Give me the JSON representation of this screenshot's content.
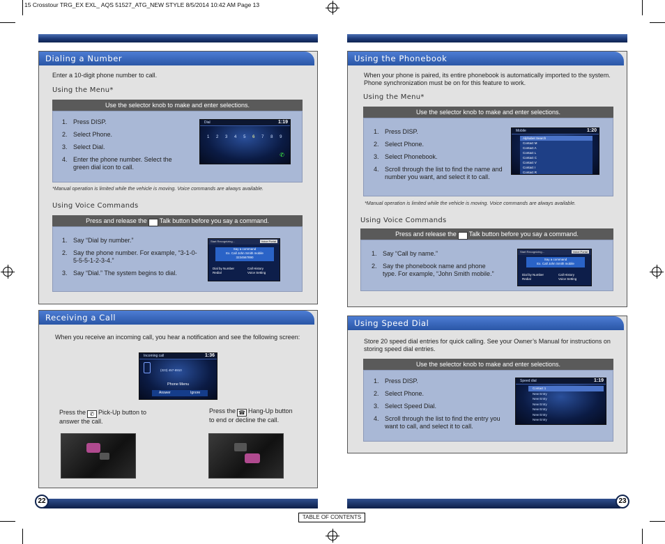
{
  "print_header": "15 Crosstour TRG_EX EXL_ AQS 51527_ATG_NEW STYLE  8/5/2014  10:42 AM  Page 13",
  "left": {
    "dialing": {
      "title": "Dialing a Number",
      "intro": "Enter a 10-digit phone number to call.",
      "menu_heading": "Using the Menu*",
      "menu_bar": "Use the selector knob to make and enter selections.",
      "menu_steps": [
        {
          "n": "1.",
          "text": "Press DISP."
        },
        {
          "n": "2.",
          "text": "Select Phone."
        },
        {
          "n": "3.",
          "text": "Select Dial."
        },
        {
          "n": "4.",
          "text": "Enter the phone number. Select the green dial icon to call."
        }
      ],
      "note": "*Manual operation is limited while the vehicle is moving. Voice commands are always available.",
      "voice_heading": "Using Voice Commands",
      "voice_bar_pre": "Press and release the",
      "voice_bar_post": "Talk button before you say a command.",
      "voice_steps": [
        {
          "n": "1.",
          "text": "Say “Dial by number.”"
        },
        {
          "n": "2.",
          "text": "Say the phone number. For example, “3-1-0-5-5-5-1-2-3-4.”"
        },
        {
          "n": "3.",
          "text": "Say “Dial.”  The system begins to dial."
        }
      ],
      "screen_dial": {
        "title": "Dial",
        "clock": "1:19",
        "keys": [
          "1",
          "2",
          "3",
          "4",
          "5",
          "6",
          "7",
          "8",
          "9"
        ]
      },
      "screen_voice": {
        "header": "Start Recognizing...",
        "tag": "Voice Portal",
        "l1": "Say a command",
        "l2": "Ex. Call John Smith mobile",
        "num": "3234567890",
        "opts": [
          "Dial by Number",
          "Redial",
          "Call History",
          "Voice Setting"
        ]
      }
    },
    "receiving": {
      "title": "Receiving a Call",
      "intro": "When you receive an incoming call, you hear a notification and see the following screen:",
      "screen": {
        "title": "Incoming call",
        "clock": "1:36",
        "number": "(323) 457-8910",
        "menu": "Phone Menu",
        "answer": "Answer",
        "ignore": "Ignore"
      },
      "pickup_pre": "Press the",
      "pickup_post": "Pick-Up button to answer the call.",
      "hangup_pre": "Press the",
      "hangup_post": "Hang-Up button to end or decline the call."
    },
    "page_number": "22"
  },
  "right": {
    "phonebook": {
      "title": "Using the Phonebook",
      "intro": "When your phone is paired, its entire phonebook is automatically imported to the system. Phone synchronization must be on for this feature to work.",
      "menu_heading": "Using the Menu*",
      "menu_bar": "Use the selector knob to make and enter selections.",
      "menu_steps": [
        {
          "n": "1.",
          "text": "Press DISP."
        },
        {
          "n": "2.",
          "text": "Select Phone."
        },
        {
          "n": "3.",
          "text": "Select Phonebook."
        },
        {
          "n": "4.",
          "text": "Scroll through the list to find the name and number you want, and select it to call."
        }
      ],
      "note": "*Manual operation is limited while the vehicle is moving. Voice commands are always available.",
      "voice_heading": "Using Voice Commands",
      "voice_bar_pre": "Press and release the",
      "voice_bar_post": "Talk button before you say a command.",
      "voice_steps": [
        {
          "n": "1.",
          "text": "Say “Call by name.”"
        },
        {
          "n": "2.",
          "text": "Say the phonebook name and phone type. For example, “John Smith mobile.”"
        }
      ],
      "screen_list": {
        "title": "Mobile",
        "clock": "1:20",
        "items": [
          "Alphabet Search",
          "Contact M",
          "Contact A",
          "Contact L",
          "Contact C",
          "Contact V",
          "Contact I",
          "Contact R"
        ]
      },
      "screen_voice": {
        "header": "Start Recognizing...",
        "tag": "Voice Portal",
        "l1": "Say a command",
        "l2": "Ex. Call John Smith mobile",
        "opts": [
          "Dial by Number",
          "Redial",
          "Call History",
          "Voice Setting"
        ]
      }
    },
    "speed": {
      "title": "Using Speed Dial",
      "intro": "Store 20 speed dial entries for quick calling. See your Owner’s Manual for instructions on storing speed dial entries.",
      "menu_bar": "Use the selector knob to make and enter selections.",
      "steps": [
        {
          "n": "1.",
          "text": "Press DISP."
        },
        {
          "n": "2.",
          "text": "Select Phone."
        },
        {
          "n": "3.",
          "text": "Select Speed Dial."
        },
        {
          "n": "4.",
          "text": "Scroll through the list to find the entry you want to call, and select it to call."
        }
      ],
      "screen": {
        "title": "Speed dial",
        "clock": "1:19",
        "items": [
          "Contact 1",
          "New Entry",
          "New Entry",
          "New Entry",
          "New Entry",
          "New Entry",
          "New Entry"
        ]
      }
    },
    "page_number": "23"
  },
  "toc_label": "TABLE OF CONTENTS",
  "colors": {
    "title_blue": "#2a56a6",
    "bar_grey": "#5a5a5a",
    "step_box": "#a9b8d6",
    "panel_grey": "#e2e2e2"
  }
}
